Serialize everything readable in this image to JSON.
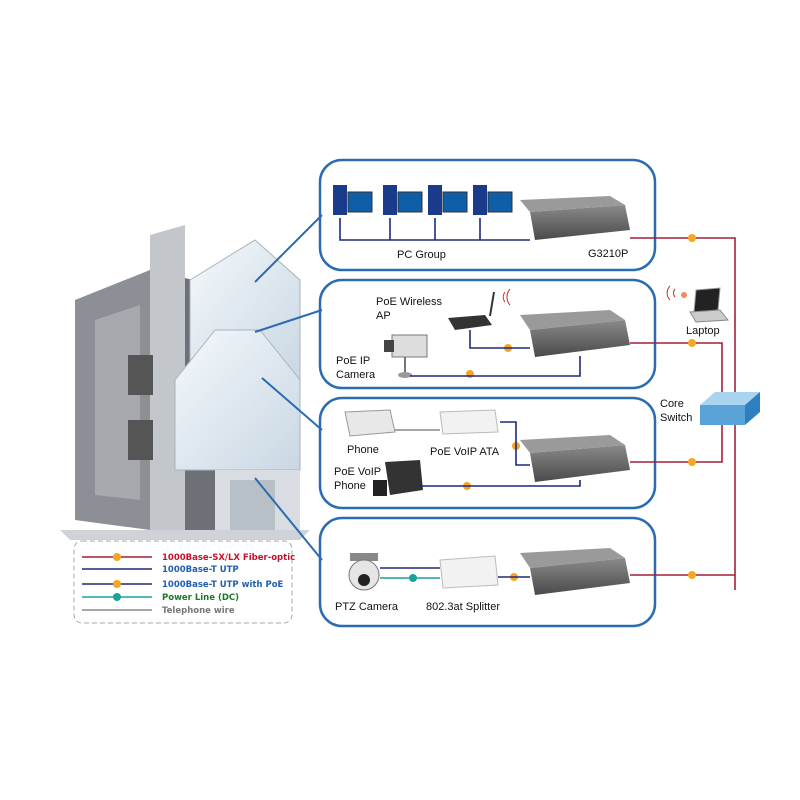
{
  "model_label": "G3210P",
  "groups": {
    "pc": {
      "label": "PC Group"
    },
    "wireless": {
      "ap_label_1": "PoE Wireless",
      "ap_label_2": "AP",
      "camera_label_1": "PoE IP",
      "camera_label_2": "Camera"
    },
    "voip": {
      "phone_label": "Phone",
      "ata_label": "PoE VoIP ATA",
      "voip_label_1": "PoE VoIP",
      "voip_label_2": "Phone"
    },
    "ptz": {
      "camera_label": "PTZ Camera",
      "splitter_label": "802.3at Splitter"
    }
  },
  "laptop_label": "Laptop",
  "core_switch": {
    "line1": "Core",
    "line2": "Switch"
  },
  "legend": [
    {
      "label": "1000Base-SX/LX Fiber-optic",
      "color": "#c8102e"
    },
    {
      "label": "1000Base-T UTP",
      "color": "#1f5fae"
    },
    {
      "label": "1000Base-T UTP with PoE",
      "color": "#1f5fae"
    },
    {
      "label": "Power Line (DC)",
      "color": "#1a7a2a"
    },
    {
      "label": "Telephone wire",
      "color": "#777777"
    }
  ],
  "colors": {
    "fiber": "#a3213a",
    "utp": "#1e2a78",
    "dc": "#1aa39a",
    "phone": "#888888",
    "panel": "#2b6cb0",
    "poe_dot": "#f5a623"
  }
}
